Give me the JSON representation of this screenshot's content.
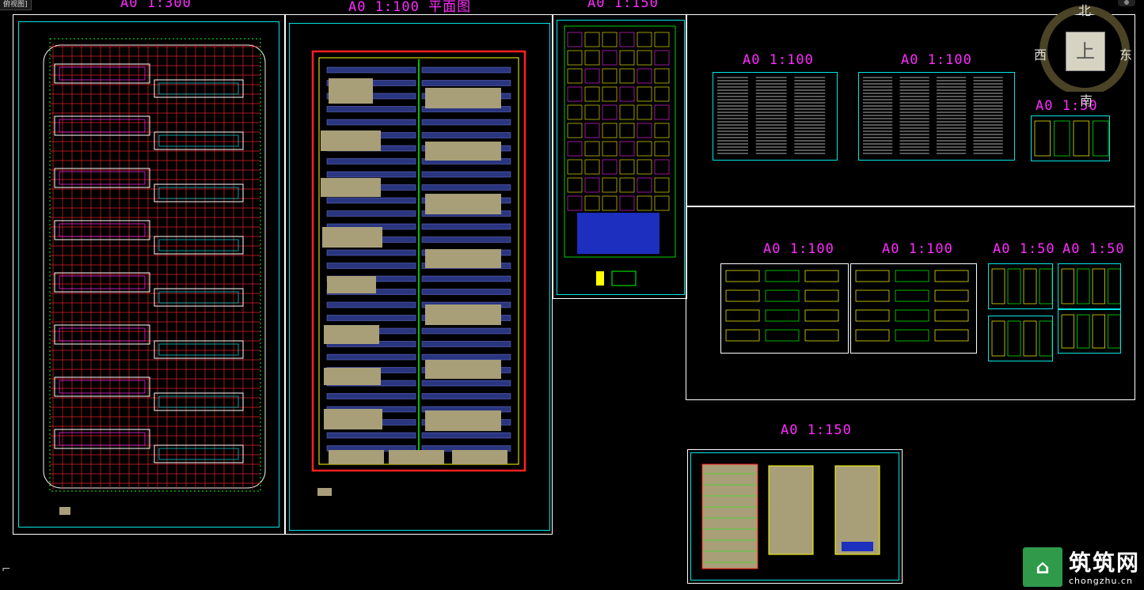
{
  "viewport": {
    "tab_label": "俯视图]"
  },
  "sheets": [
    {
      "id": "site-plan",
      "title": "A0  1:300"
    },
    {
      "id": "basement-plan",
      "title": "平面图"
    },
    {
      "id": "structure-plan",
      "title": "A0  1:150"
    },
    {
      "id": "notes-1",
      "title": "A0  1:100"
    },
    {
      "id": "notes-2",
      "title": "A0  1:100"
    },
    {
      "id": "detail-small",
      "title": "A0  1:50"
    },
    {
      "id": "section-1",
      "title": "A0  1:100"
    },
    {
      "id": "section-2",
      "title": "A0  1:100"
    },
    {
      "id": "detail-a",
      "title": "A0  1:50"
    },
    {
      "id": "detail-b",
      "title": "A0  1:50"
    },
    {
      "id": "floor-plans",
      "title": "A0  1:150"
    }
  ],
  "compass": {
    "north": "北",
    "south": "南",
    "west": "西",
    "east": "东",
    "top_face": "上"
  },
  "watermark": {
    "brand": "筑筑网",
    "url": "chongzhu.cn"
  },
  "colors": {
    "background": "#000000",
    "title": "#ff2bff",
    "frame": "#ffffff",
    "border": "#00e5e5",
    "grid": "#e0202a",
    "accent": "#00ff00",
    "block": "#a89f78"
  }
}
